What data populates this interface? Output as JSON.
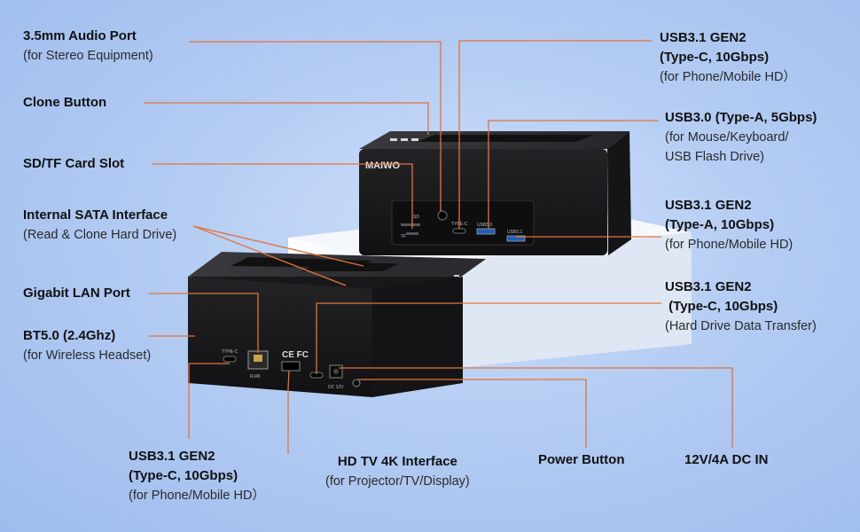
{
  "device": {
    "brand": "MAIWO",
    "ports_back_unit": {
      "sd": "SD",
      "tf": "TF",
      "typec": "TYPE-C",
      "usb30": "USB3.0",
      "usb31": "USB3.1"
    },
    "ports_front_unit": {
      "typec": "TYPE-C",
      "rj45": "RJ45",
      "dc": "DC 12V",
      "marks": "CE FC"
    }
  },
  "colors": {
    "leader_line": "#e2733a",
    "device_body": "#1a1a1c",
    "background": "#b4ccf3"
  },
  "callouts": {
    "audio_port": {
      "title": "3.5mm Audio Port",
      "subtitle": "(for Stereo Equipment)"
    },
    "clone_button": {
      "title": "Clone Button"
    },
    "sd_tf_slot": {
      "title": "SD/TF Card Slot"
    },
    "sata_interface": {
      "title": "Internal SATA Interface",
      "subtitle": "(Read & Clone Hard Drive)"
    },
    "lan_port": {
      "title": "Gigabit LAN Port"
    },
    "bluetooth": {
      "title": "BT5.0 (2.4Ghz)",
      "subtitle": "(for Wireless Headset)"
    },
    "usbc_top": {
      "title1": "USB3.1 GEN2",
      "title2": "(Type-C, 10Gbps)",
      "subtitle": "(for Phone/Mobile HD）"
    },
    "usb30": {
      "title": "USB3.0 (Type-A, 5Gbps)",
      "subtitle1": "(for Mouse/Keyboard/",
      "subtitle2": "USB Flash Drive)"
    },
    "usba_31": {
      "title1": "USB3.1 GEN2",
      "title2": "(Type-A, 10Gbps)",
      "subtitle": "(for Phone/Mobile HD)"
    },
    "usbc_hd": {
      "title1": "USB3.1 GEN2",
      "title2": " (Type-C, 10Gbps)",
      "subtitle": "(Hard Drive Data Transfer)"
    },
    "usbc_bottom": {
      "title1": "USB3.1 GEN2",
      "title2": "(Type-C, 10Gbps)",
      "subtitle": "(for Phone/Mobile HD）"
    },
    "hdtv": {
      "title": "HD TV 4K Interface",
      "subtitle": "(for Projector/TV/Display)"
    },
    "power_button": {
      "title": "Power Button"
    },
    "dc_in": {
      "title": "12V/4A DC IN"
    }
  }
}
